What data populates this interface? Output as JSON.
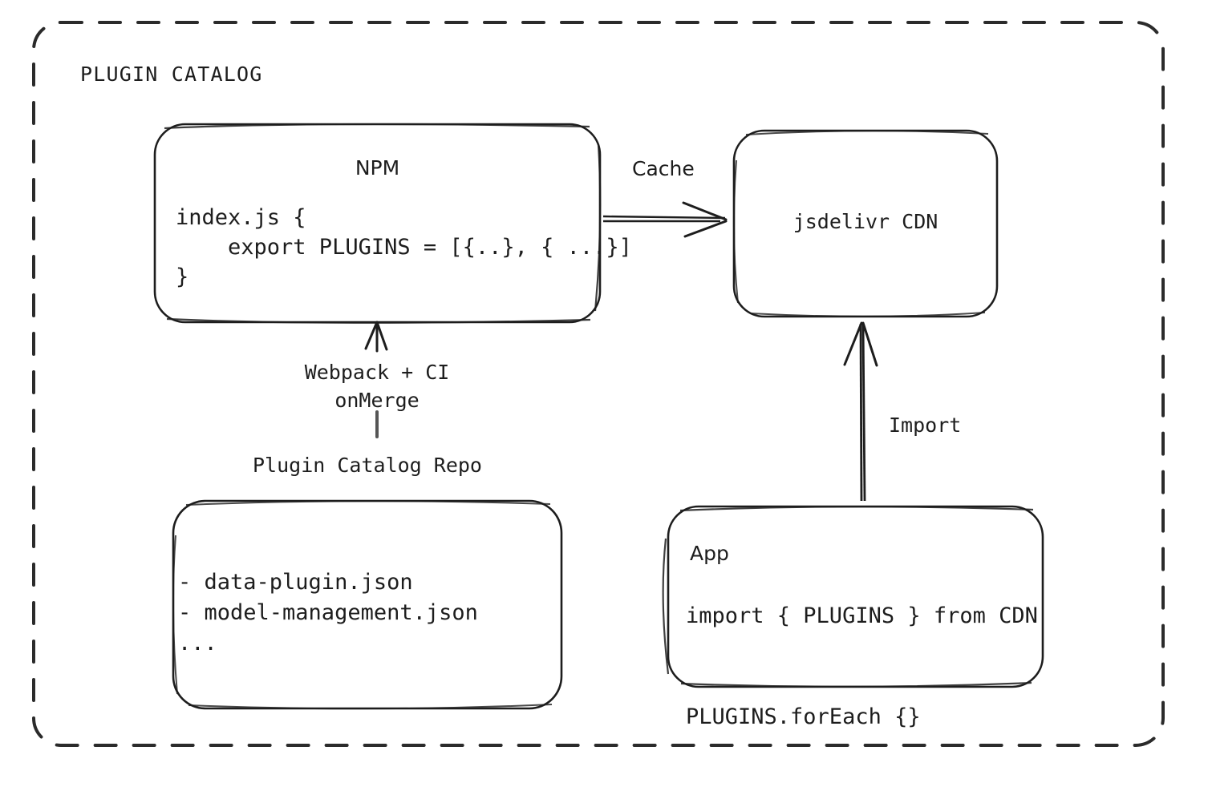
{
  "diagram": {
    "container": {
      "label": "PLUGIN CATALOG",
      "border_style": "dashed",
      "border_color": "#2b2b2b"
    },
    "nodes": {
      "npm": {
        "title": "NPM",
        "code": "index.js {\n    export PLUGINS = [{..}, { ...}]\n}"
      },
      "cdn": {
        "title": "jsdelivr CDN"
      },
      "repo": {
        "label": "Plugin Catalog Repo",
        "code": "- data-plugin.json\n- model-management.json\n..."
      },
      "app": {
        "title": "App",
        "code": "import { PLUGINS } from CDN\n\nPLUGINS.forEach {}"
      }
    },
    "edges": {
      "cache": "Cache",
      "webpack": "Webpack + CI\nonMerge",
      "import": "Import"
    },
    "colors": {
      "stroke": "#1d1d1d",
      "background": "#ffffff"
    }
  }
}
